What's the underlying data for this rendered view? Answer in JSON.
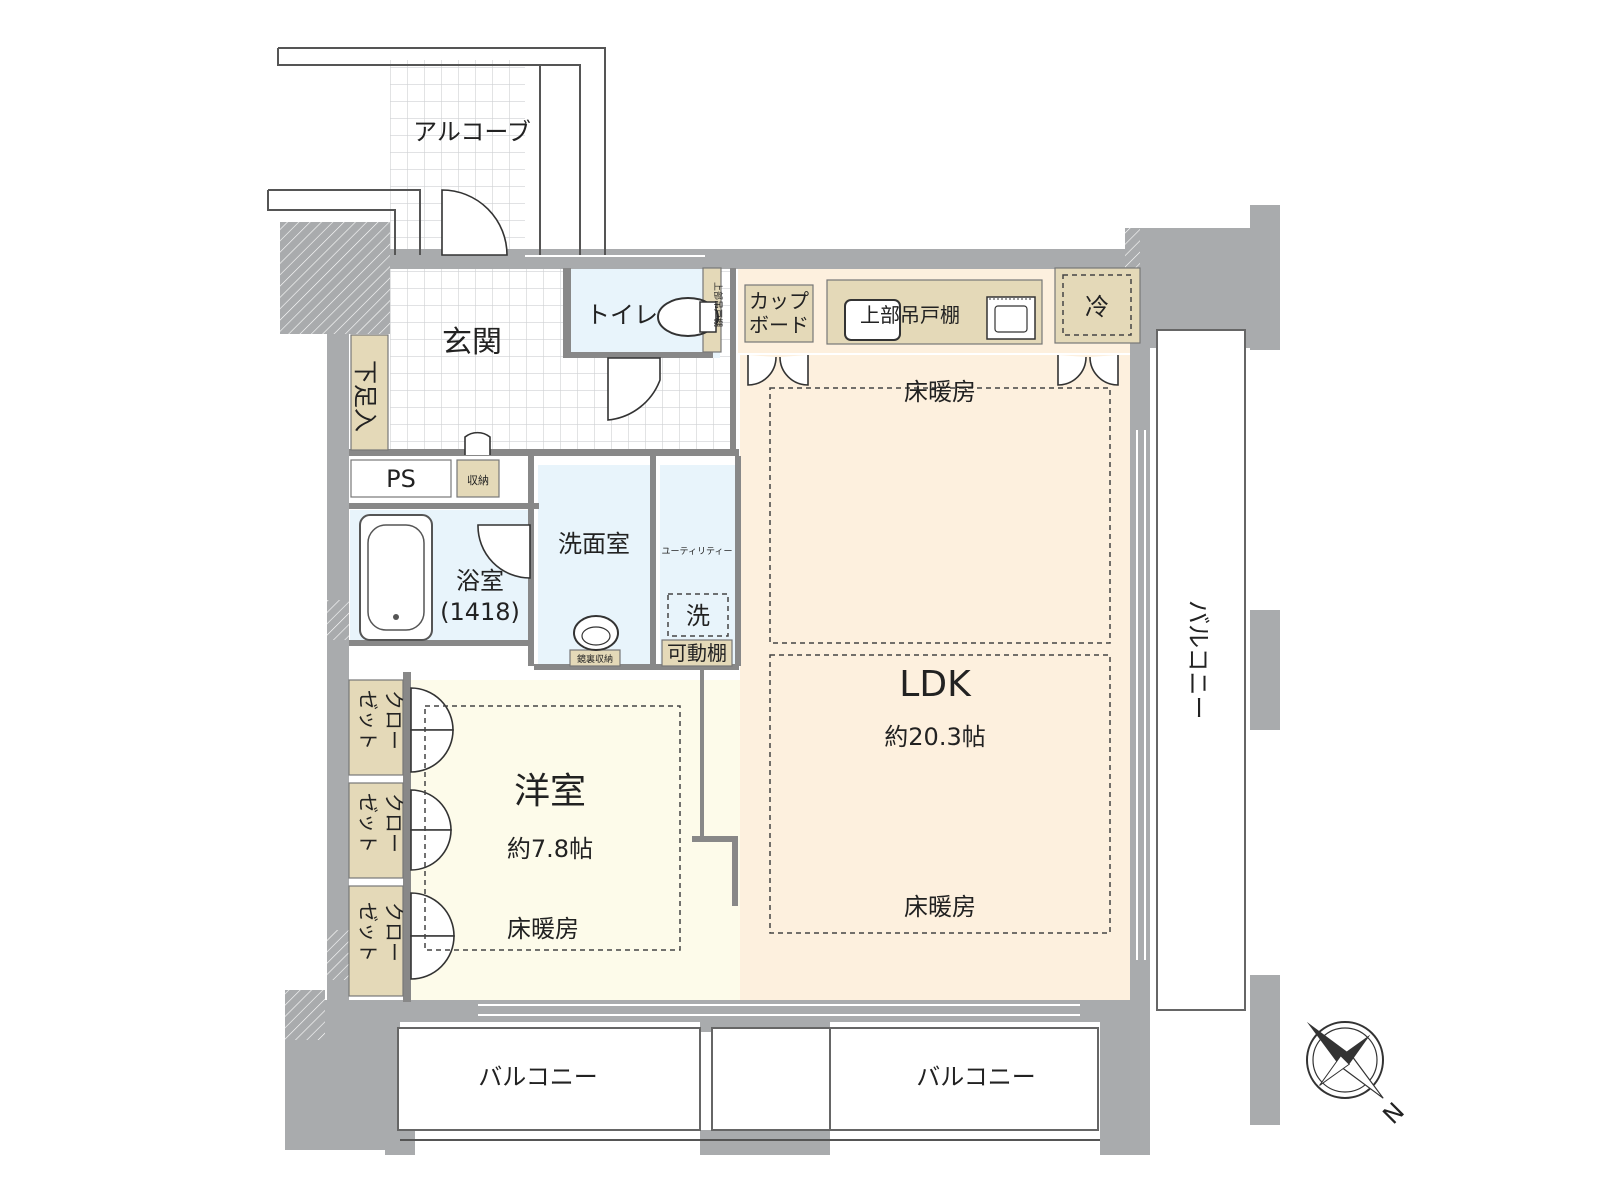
{
  "colors": {
    "wall": "#a9abad",
    "ldk_floor": "#fdf0de",
    "western_floor": "#fdfbea",
    "wet_area": "#e8f4fb",
    "storage": "#e4d9b8",
    "tile_grid": "#cfd1d3"
  },
  "rooms": {
    "alcove": "アルコーブ",
    "entrance": "玄関",
    "toilet": "トイレ",
    "toilet_shelf": "上部吊戸棚",
    "shoe_storage": "下足入",
    "ps": "PS",
    "storage_small": "収納",
    "bathroom": "浴室",
    "bathroom_size": "(1418)",
    "washroom": "洗面室",
    "mirror_storage": "鏡裏収納",
    "utility": "ユーティリティー",
    "washer": "洗",
    "adjustable_shelf": "可動棚",
    "cupboard_line1": "カップ",
    "cupboard_line2": "ボード",
    "upper_cabinet": "上部吊戸棚",
    "fridge": "冷",
    "ldk_name": "LDK",
    "ldk_size": "約20.3帖",
    "floor_heating": "床暖房",
    "western_name": "洋室",
    "western_size": "約7.8帖",
    "closet_line1": "クロー",
    "closet_line2": "ゼット",
    "balcony": "バルコニー"
  },
  "compass": {
    "north": "N",
    "icon": "compass-icon"
  }
}
